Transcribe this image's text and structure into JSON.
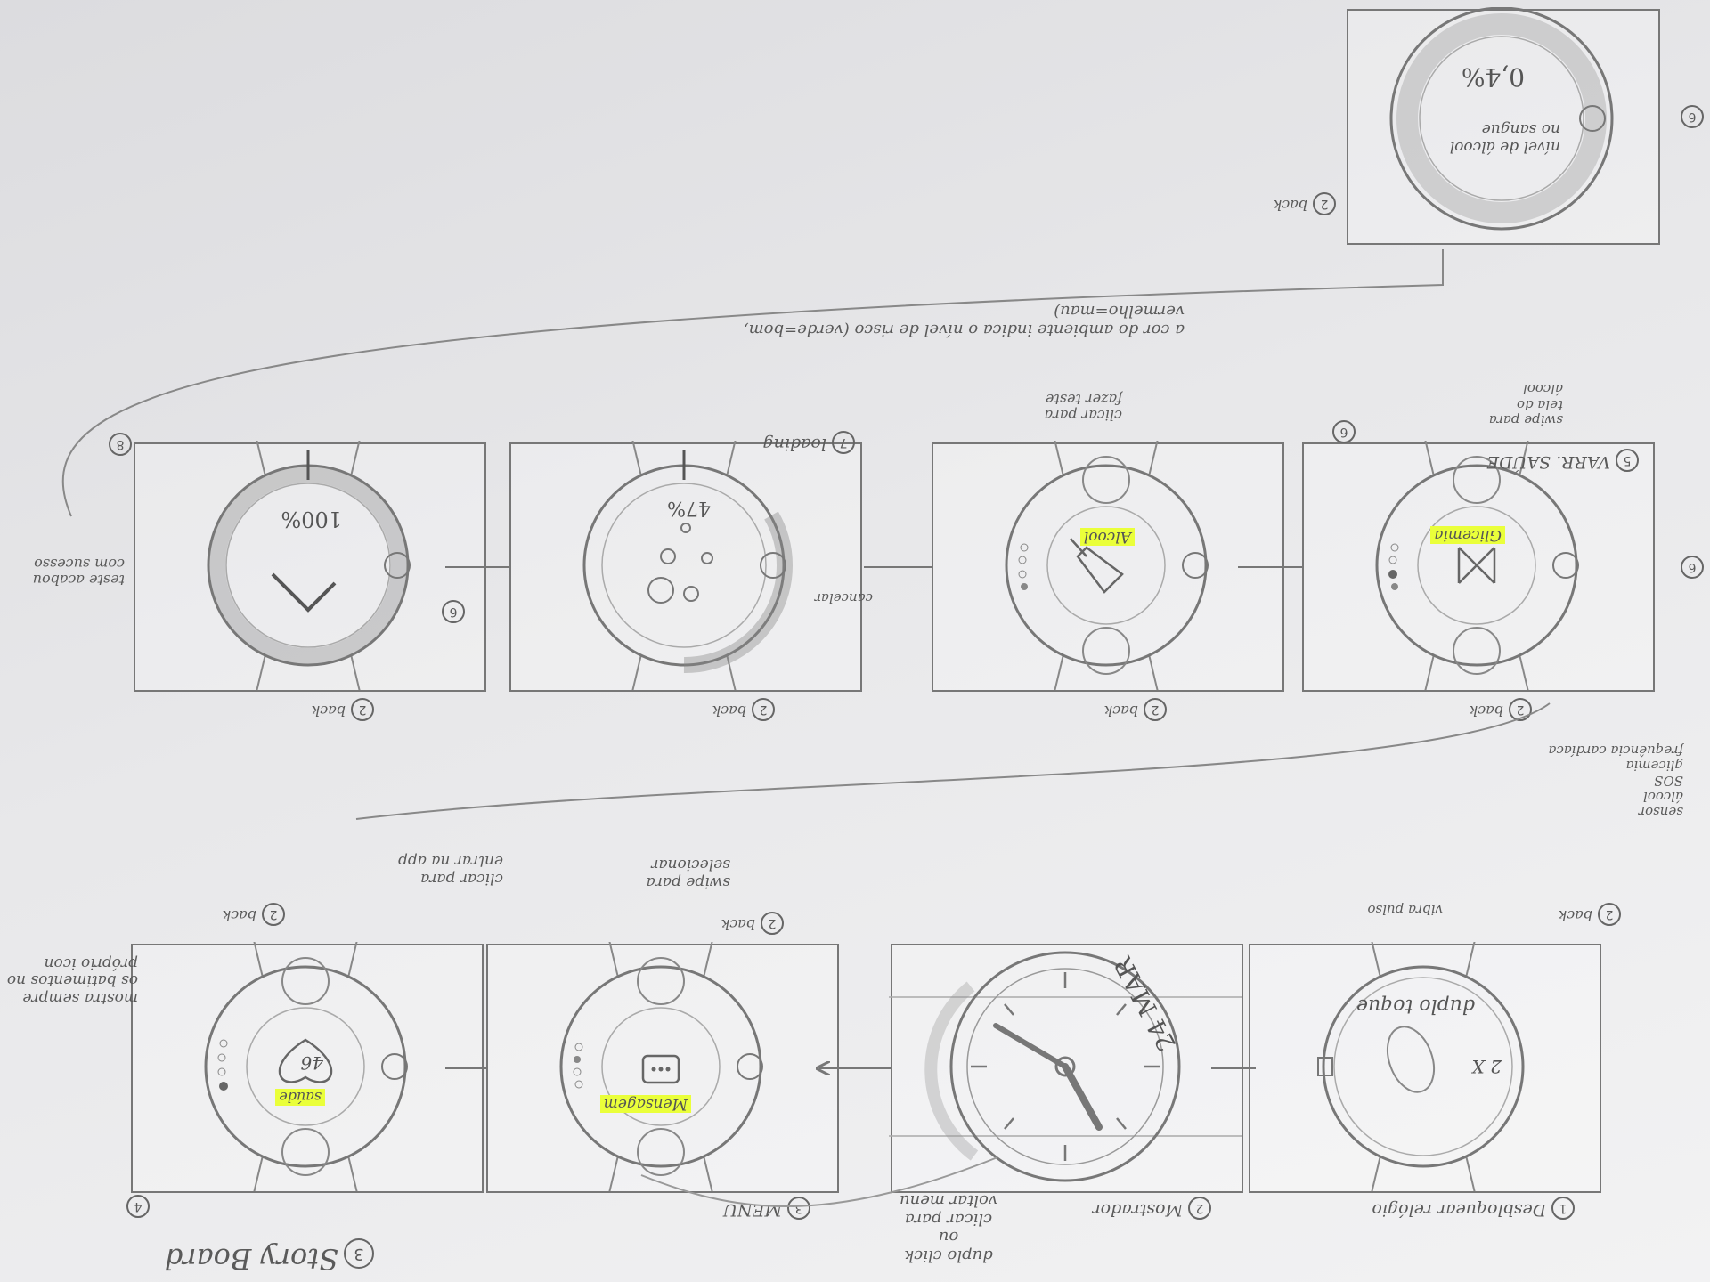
{
  "storyboard": {
    "title": "Story Board",
    "number": "3"
  },
  "frames": {
    "f1": {
      "badge": "1",
      "label": "Desbloquear relógio",
      "face_text": "duplo toque",
      "face_sub": "2 X",
      "side_note": "vibra pulso"
    },
    "f2": {
      "badge": "2",
      "label": "Mostrador",
      "date": "24 MAR"
    },
    "f3": {
      "badge": "3",
      "label": "MENU",
      "app": "Mensagem"
    },
    "f4": {
      "badge": "4",
      "app": "saúde",
      "value": "46"
    },
    "f5": {
      "badge": "5",
      "label": "VARR. SAÚDE",
      "app": "Glicemia"
    },
    "f6": {
      "app": "Alcool"
    },
    "f7": {
      "badge": "7",
      "label": "loading",
      "value": "47%"
    },
    "f8": {
      "badge": "8",
      "value": "100%"
    },
    "f9": {
      "value": "0,4%",
      "desc": "nível de álcool no sangue"
    }
  },
  "notes": {
    "back": "back",
    "back_badge": "2",
    "next_badge": "6",
    "double_click": "duplo click",
    "ou": "ou",
    "click_to_menu": "clicar para voltar menu",
    "swipe_select": "swipe para selecionar",
    "click_enter_app": "clicar para entrar na app",
    "always_shows": "mostra sempre os batimentos no próprio icon",
    "list_sensor": [
      "sensor",
      "álcool",
      "SOS",
      "glicemia",
      "frequência cardíaca"
    ],
    "swipe_alcool": "swipe para tela do álcool",
    "click_test": "clicar para fazer teste",
    "cancelar": "cancelar",
    "test_done": "teste acabou com sucesso",
    "color_risk": "a cor do ambiente indica o nível de risco (verde=bom, vermelho=mau)"
  }
}
